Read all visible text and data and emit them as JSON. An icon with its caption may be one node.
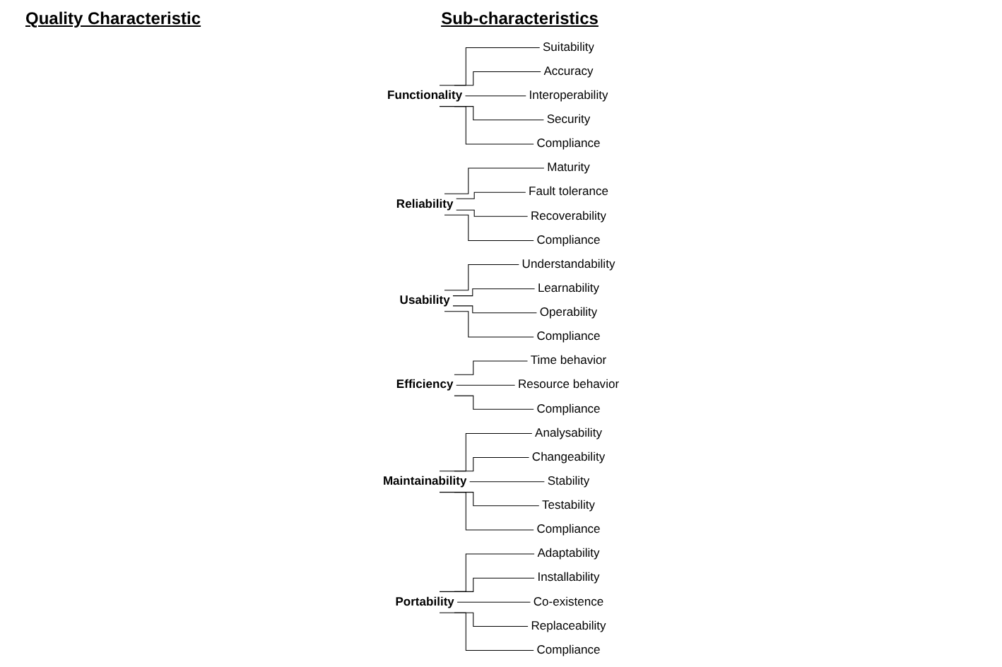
{
  "diagram": {
    "nodes": [
      {
        "text": [
          "Functionality"
        ]
      },
      {
        "text": [
          "Suitability"
        ]
      },
      {
        "text": [
          "Accuracy"
        ]
      },
      {
        "text": [
          "Interoperability"
        ]
      },
      {
        "text": [
          "Security"
        ]
      },
      {
        "text": [
          "Compliance"
        ]
      },
      {
        "text": [
          "Reliability"
        ]
      },
      {
        "text": [
          "Maturity"
        ]
      },
      {
        "text": [
          "Fault tolerance"
        ]
      },
      {
        "text": [
          "Recoverability"
        ]
      },
      {
        "text": [
          "Compliance"
        ]
      },
      {
        "text": [
          "Usability"
        ]
      },
      {
        "text": [
          "Understandability"
        ]
      },
      {
        "text": [
          "Learnability"
        ]
      },
      {
        "text": [
          "Operability"
        ]
      },
      {
        "text": [
          "Compliance"
        ]
      },
      {
        "text": [
          "Efficiency"
        ]
      },
      {
        "text": [
          "Time behavior"
        ]
      },
      {
        "text": [
          "Resource behavior"
        ]
      },
      {
        "text": [
          "Compliance"
        ]
      },
      {
        "text": [
          "Maintainability"
        ]
      },
      {
        "text": [
          "Analysability"
        ]
      },
      {
        "text": [
          "Changeability"
        ]
      },
      {
        "text": [
          "Stability"
        ]
      },
      {
        "text": [
          "Testability"
        ]
      },
      {
        "text": [
          "Compliance"
        ]
      },
      {
        "text": [
          "Portability"
        ]
      },
      {
        "text": [
          "Adaptability"
        ]
      },
      {
        "text": [
          "Installability"
        ]
      },
      {
        "text": [
          "Co-existence"
        ]
      },
      {
        "text": [
          "Replaceability"
        ]
      },
      {
        "text": [
          "Compliance"
        ]
      }
    ],
    "edges": [
      {
        "from": 0,
        "to": 1,
        "arrow": "none"
      },
      {
        "from": 0,
        "to": 2,
        "arrow": "none"
      },
      {
        "from": 0,
        "to": 3,
        "arrow": "none"
      },
      {
        "from": 0,
        "to": 4,
        "arrow": "none"
      },
      {
        "from": 0,
        "to": 5,
        "arrow": "none"
      },
      {
        "from": 6,
        "to": 7,
        "arrow": "none"
      },
      {
        "from": 6,
        "to": 8,
        "arrow": "none"
      },
      {
        "from": 6,
        "to": 9,
        "arrow": "none"
      },
      {
        "from": 6,
        "to": 10,
        "arrow": "none"
      },
      {
        "from": 11,
        "to": 12,
        "arrow": "none"
      },
      {
        "from": 11,
        "to": 13,
        "arrow": "none"
      },
      {
        "from": 11,
        "to": 14,
        "arrow": "none"
      },
      {
        "from": 11,
        "to": 15,
        "arrow": "none"
      },
      {
        "from": 16,
        "to": 17,
        "arrow": "none"
      },
      {
        "from": 16,
        "to": 18,
        "arrow": "none"
      },
      {
        "from": 16,
        "to": 19,
        "arrow": "none"
      },
      {
        "from": 20,
        "to": 21,
        "arrow": "none"
      },
      {
        "from": 20,
        "to": 22,
        "arrow": "none"
      },
      {
        "from": 20,
        "to": 23,
        "arrow": "none"
      },
      {
        "from": 20,
        "to": 24,
        "arrow": "none"
      },
      {
        "from": 20,
        "to": 25,
        "arrow": "none"
      },
      {
        "from": 26,
        "to": 27,
        "arrow": "none"
      },
      {
        "from": 26,
        "to": 28,
        "arrow": "none"
      },
      {
        "from": 26,
        "to": 29,
        "arrow": "none"
      },
      {
        "from": 26,
        "to": 30,
        "arrow": "none"
      },
      {
        "from": 26,
        "to": 31,
        "arrow": "none"
      }
    ],
    "labels": [
      "Quality Characteristic",
      "Sub-characteristics"
    ]
  }
}
